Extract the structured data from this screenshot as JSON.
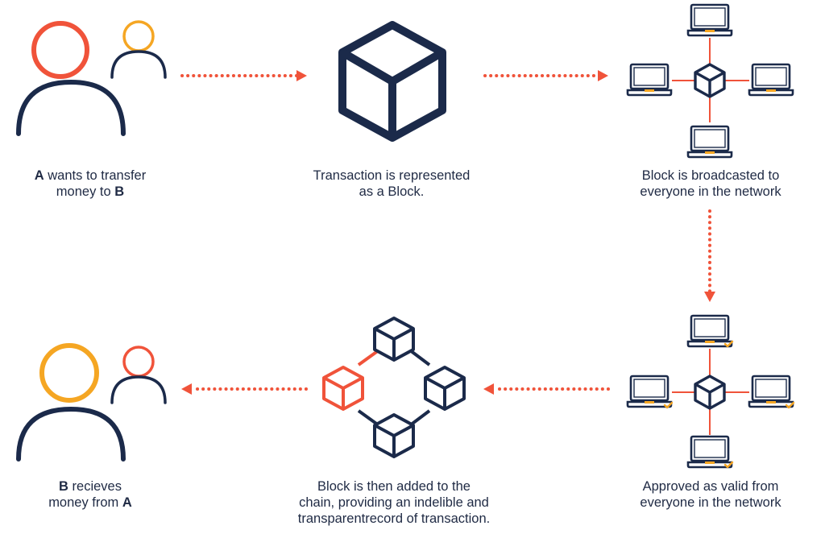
{
  "colors": {
    "navy": "#1b2a4a",
    "orange_red": "#f0533a",
    "amber": "#f5a623",
    "text": "#1f2a44"
  },
  "steps": [
    {
      "id": "step-1",
      "line1": {
        "strong": "A",
        "text": " wants to transfer"
      },
      "line2": {
        "text": "money to ",
        "strong": "B"
      }
    },
    {
      "id": "step-2",
      "line1": "Transaction is represented",
      "line2": "as a Block."
    },
    {
      "id": "step-3",
      "line1": "Block is broadcasted to",
      "line2": "everyone in the network"
    },
    {
      "id": "step-4",
      "line1": "Approved as valid from",
      "line2": "everyone in the network"
    },
    {
      "id": "step-5",
      "line1": "Block is then added to the",
      "line2": "chain, providing an indelible and",
      "line3": "transparentrecord of transaction."
    },
    {
      "id": "step-6",
      "line1": {
        "strong": "B",
        "text": " recieves"
      },
      "line2": {
        "text": "money from ",
        "strong": "A"
      }
    }
  ],
  "icons": {
    "step1": "users-icon",
    "step2": "block-cube-icon",
    "step3": "network-broadcast-icon",
    "step4": "network-approved-icon",
    "step5": "blockchain-icon",
    "step6": "users-icon"
  }
}
